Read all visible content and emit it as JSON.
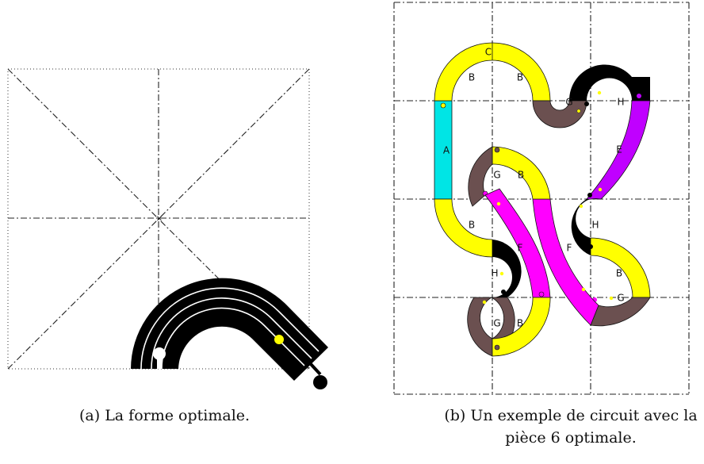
{
  "panel_a": {
    "caption": "(a) La forme optimale."
  },
  "panel_b": {
    "caption_line1": "(b) Un exemple de circuit avec la",
    "caption_line2": "pièce 6 optimale.",
    "pieces": [
      {
        "label": "A",
        "color": "#00e5e5"
      },
      {
        "label": "B",
        "color": "#ffff00"
      },
      {
        "label": "C",
        "color": "#ffff00"
      },
      {
        "label": "E",
        "color": "#c000ff"
      },
      {
        "label": "F",
        "color": "#ff00ff"
      },
      {
        "label": "G",
        "color": "#6b5050"
      },
      {
        "label": "H",
        "color": "#000000"
      }
    ]
  },
  "colors": {
    "cyan": "#00e5e5",
    "yellow": "#ffff00",
    "purple": "#c000ff",
    "magenta": "#ff00ff",
    "brown": "#6b5050",
    "black": "#000000"
  }
}
